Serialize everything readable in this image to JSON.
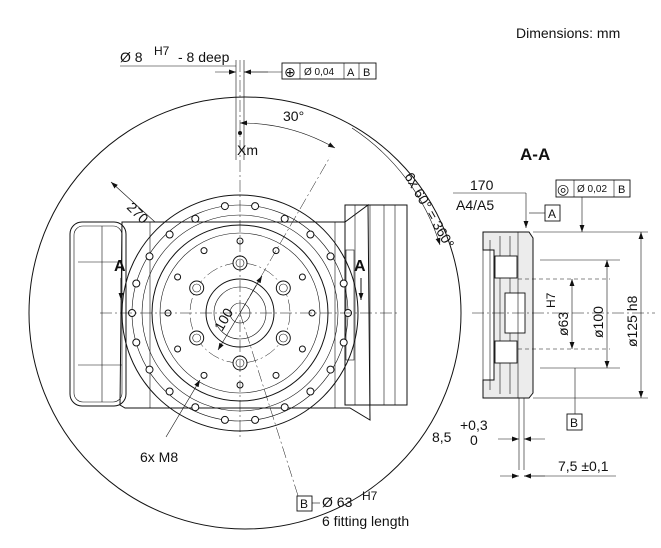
{
  "header": {
    "units_note": "Dimensions: mm"
  },
  "front_view": {
    "pin_hole": {
      "dia": "Ø 8",
      "tol": "H7",
      "depth": "- 8 deep"
    },
    "position_tol": {
      "symbol": "⊕",
      "value": "Ø 0,04",
      "datum1": "A",
      "datum2": "B"
    },
    "angle": "30°",
    "axis_label": "Xm",
    "radius": "270",
    "pattern_angle": "6x 60° = 360°",
    "section_label": "A",
    "pcd": "100",
    "thread": "6x M8",
    "bore": {
      "datum": "B",
      "dia": "Ø 63",
      "tol": "H7",
      "note": "6 fitting length"
    }
  },
  "section_view": {
    "title": "A-A",
    "offset": {
      "value": "170",
      "note": "A4/A5"
    },
    "datum_A": "A",
    "concentricity": {
      "symbol": "◎",
      "value": "Ø 0,02",
      "datum": "B"
    },
    "dia_63": {
      "text": "ø63",
      "tol": "H7"
    },
    "dia_100": "ø100",
    "dia_125": "ø125 h8",
    "datum_B": "B",
    "dim_85": {
      "value": "8,5",
      "tol_upper": "+0,3",
      "tol_lower": "0"
    },
    "dim_75": "7,5 ±0,1"
  }
}
